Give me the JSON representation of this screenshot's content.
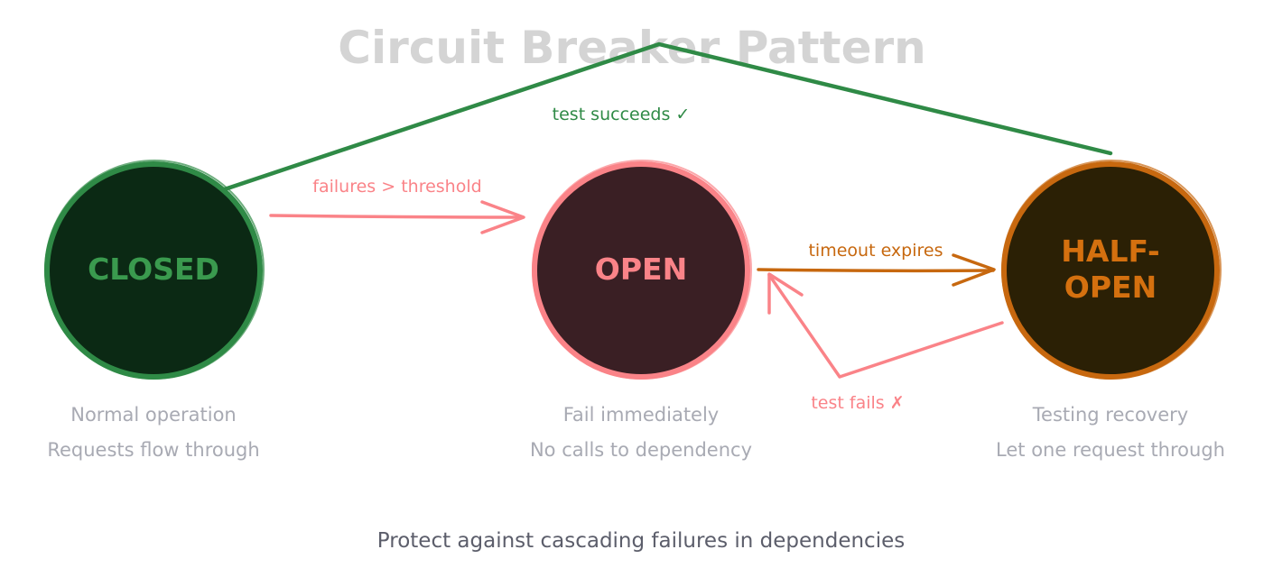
{
  "title": "Circuit Breaker Pattern",
  "colors": {
    "closed_stroke": "#2f8a46",
    "closed_fill": "#0b2914",
    "closed_text": "#3a9a4e",
    "open_stroke": "#fa8388",
    "open_fill": "#3a1f24",
    "open_text": "#fa8388",
    "half_open_stroke": "#c7680f",
    "half_open_fill": "#2b2005",
    "half_open_text": "#d4700f",
    "success_edge": "#2f8a46",
    "failure_edge": "#fa8388",
    "timeout_edge": "#c7680f",
    "title": "#d4d4d4",
    "description": "#a8aab3",
    "footer": "#5c5e6b"
  },
  "states": {
    "closed": {
      "label": "CLOSED",
      "desc_line1": "Normal operation",
      "desc_line2": "Requests flow through"
    },
    "open": {
      "label": "OPEN",
      "desc_line1": "Fail immediately",
      "desc_line2": "No calls to dependency"
    },
    "half_open": {
      "label_line1": "HALF-",
      "label_line2": "OPEN",
      "desc_line1": "Testing recovery",
      "desc_line2": "Let one request through"
    }
  },
  "transitions": {
    "closed_to_open": "failures > threshold",
    "open_to_half_open": "timeout expires",
    "half_open_to_closed": "test succeeds ✓",
    "half_open_to_open": "test fails ✗"
  },
  "footer": "Protect against cascading failures in dependencies"
}
